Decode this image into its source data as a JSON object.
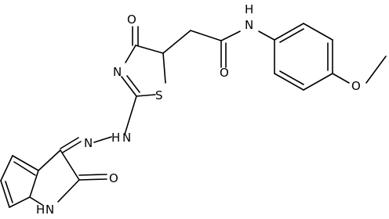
{
  "molecule": {
    "atoms": {
      "oxo_keto": "O",
      "ring_n": "N",
      "ring_s": "S",
      "hydrazone_nh": "N",
      "hydrazone_h": "H",
      "hydrazone_n": "N",
      "amide_nh": "N",
      "amide_h": "H",
      "amide_o": "O",
      "methoxy_o": "O",
      "lactam_o": "O",
      "indole_h": "H",
      "indole_n": "N"
    }
  }
}
